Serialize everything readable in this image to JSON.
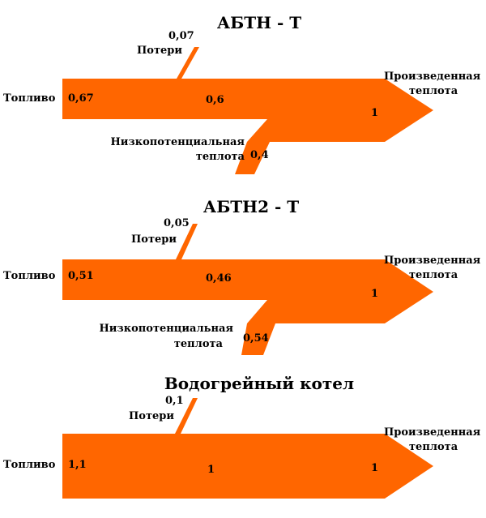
{
  "colors": {
    "flow": "#FF6600",
    "text": "#000000",
    "background": "#FFFFFF"
  },
  "diagrams": [
    {
      "title": "АБТН - Т",
      "labels": {
        "input": "Топливо",
        "losses": "Потери",
        "output_line1": "Произведенная",
        "output_line2": "теплота",
        "low_line1": "Низкопотенциальная",
        "low_line2": "теплота"
      },
      "values": {
        "input": "0,67",
        "losses": "0,07",
        "mid": "0,6",
        "output": "1",
        "low": "0,4"
      }
    },
    {
      "title": "АБТН2 - Т",
      "labels": {
        "input": "Топливо",
        "losses": "Потери",
        "output_line1": "Произведенная",
        "output_line2": "теплота",
        "low_line1": "Низкопотенциальная",
        "low_line2": "теплота"
      },
      "values": {
        "input": "0,51",
        "losses": "0,05",
        "mid": "0,46",
        "output": "1",
        "low": "0,54"
      }
    },
    {
      "title": "Водогрейный котел",
      "labels": {
        "input": "Топливо",
        "losses": "Потери",
        "output_line1": "Произведенная",
        "output_line2": "теплота"
      },
      "values": {
        "input": "1,1",
        "losses": "0,1",
        "mid": "1",
        "output": "1"
      }
    }
  ]
}
